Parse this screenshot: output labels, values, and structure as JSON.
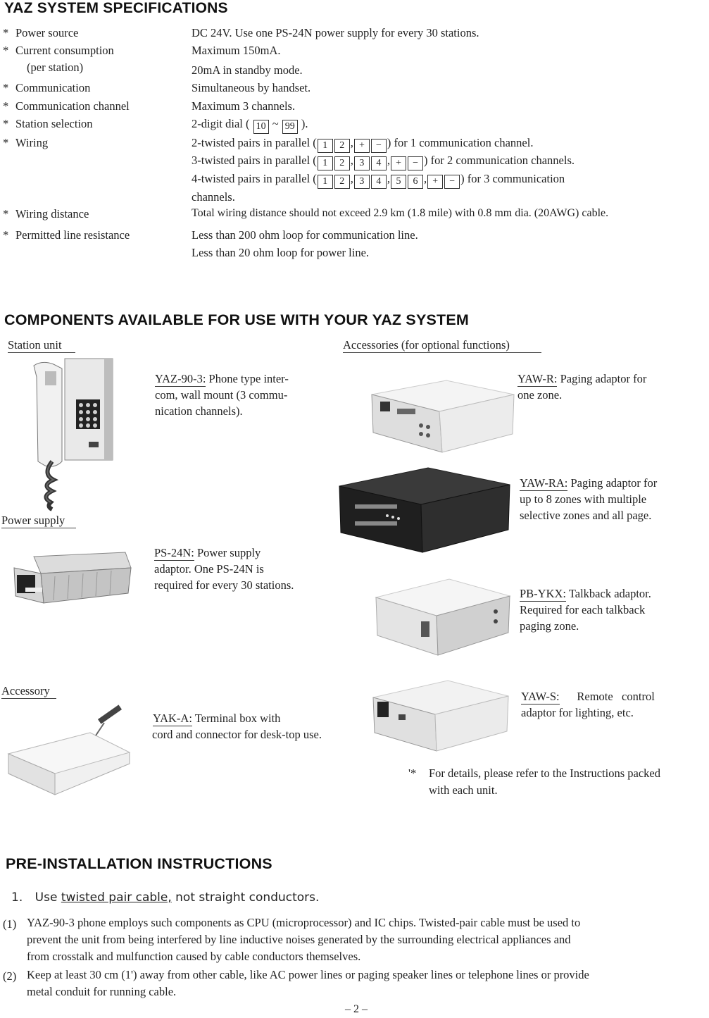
{
  "specs": {
    "title": "YAZ SYSTEM SPECIFICATIONS",
    "rows": [
      {
        "label": "Power source",
        "value": "DC 24V.  Use one PS-24N power supply for every 30 stations."
      },
      {
        "label": "Current consumption",
        "label2": "(per station)",
        "value": "Maximum 150mA.",
        "value2": "20mA in standby mode."
      },
      {
        "label": "Communication",
        "value": "Simultaneous by handset."
      },
      {
        "label": "Communication channel",
        "value": "Maximum 3 channels."
      },
      {
        "label": "Station selection",
        "value_pre": "2-digit dial (",
        "key_a": "10",
        "tilde": "~",
        "key_b": "99",
        "value_post": ")."
      },
      {
        "label": "Wiring",
        "w1_pre": "2-twisted pairs in parallel (",
        "w1_post": ") for 1 communication channel.",
        "w2_pre": "3-twisted pairs in parallel (",
        "w2_post": ") for 2 communication channels.",
        "w3_pre": "4-twisted pairs in parallel (",
        "w3_post": ") for 3 communication",
        "w3_cont": "channels."
      },
      {
        "label": "Wiring distance",
        "value": "Total wiring distance should not exceed 2.9 km (1.8 mile) with 0.8 mm dia. (20AWG) cable."
      },
      {
        "label": "Permitted line resistance",
        "value": "Less than 200 ohm loop for communication line.",
        "value2": "Less than 20 ohm loop for power line."
      }
    ],
    "keys": {
      "k1": "1",
      "k2": "2",
      "k3": "3",
      "k4": "4",
      "k5": "5",
      "k6": "6",
      "kplus": "+",
      "kminus": "−"
    }
  },
  "components": {
    "title": "COMPONENTS AVAILABLE FOR USE WITH YOUR YAZ SYSTEM",
    "station_unit_label": "Station unit",
    "accessories_label": "Accessories (for optional functions)",
    "power_supply_label": "Power supply",
    "accessory_label": "Accessory",
    "items": {
      "yaz": {
        "model": "YAZ-90-3:",
        "line1": " Phone type inter-",
        "line2": "com, wall mount (3 commu-",
        "line3": "nication channels)."
      },
      "ps": {
        "model": "PS-24N:",
        "line1": " Power supply",
        "line2": "adaptor.  One PS-24N is",
        "line3": "required for every 30 stations."
      },
      "yak": {
        "model": "YAK-A:",
        "line1": " Terminal  box  with",
        "line2": "cord and connector for  desk-top use."
      },
      "yawr": {
        "model": "YAW-R:",
        "line1": " Paging  adaptor  for",
        "line2": "one zone."
      },
      "yawra": {
        "model": "YAW-RA:",
        "line1": " Paging adaptor for",
        "line2": "up  to  8  zones with multiple",
        "line3": "selective zones and all page."
      },
      "pbykx": {
        "model": "PB-YKX:",
        "line1": "  Talkback  adaptor.",
        "line2": "Required  for  each  talkback",
        "line3": "paging zone."
      },
      "yaws": {
        "model": "YAW-S:",
        "line1": "      Remote   control",
        "line2": "adaptor for lighting, etc."
      }
    },
    "note_star": "'*",
    "note_line1": "For details, please refer to the Instructions packed",
    "note_line2": "with each unit."
  },
  "preinstall": {
    "title": "PRE-INSTALLATION INSTRUCTIONS",
    "item1_num": "1.",
    "item1_pre": "Use ",
    "item1_ul": "twisted pair cable,",
    "item1_post": " not straight conductors.",
    "p1_num": "(1)",
    "p1_l1": "YAZ-90-3 phone employs such components as CPU (microprocessor) and IC chips. Twisted-pair cable must be used to",
    "p1_l2": "prevent the unit from being interfered by line inductive noises generated by the surrounding electrical appliances and",
    "p1_l3": "from crosstalk and mulfunction caused by cable conductors themselves.",
    "p2_num": "(2)",
    "p2_l1": "Keep at least 30 cm (1') away from other cable, like AC power lines or paging speaker lines or telephone lines or provide",
    "p2_l2": "metal conduit for running cable."
  },
  "page_number": "– 2 –"
}
